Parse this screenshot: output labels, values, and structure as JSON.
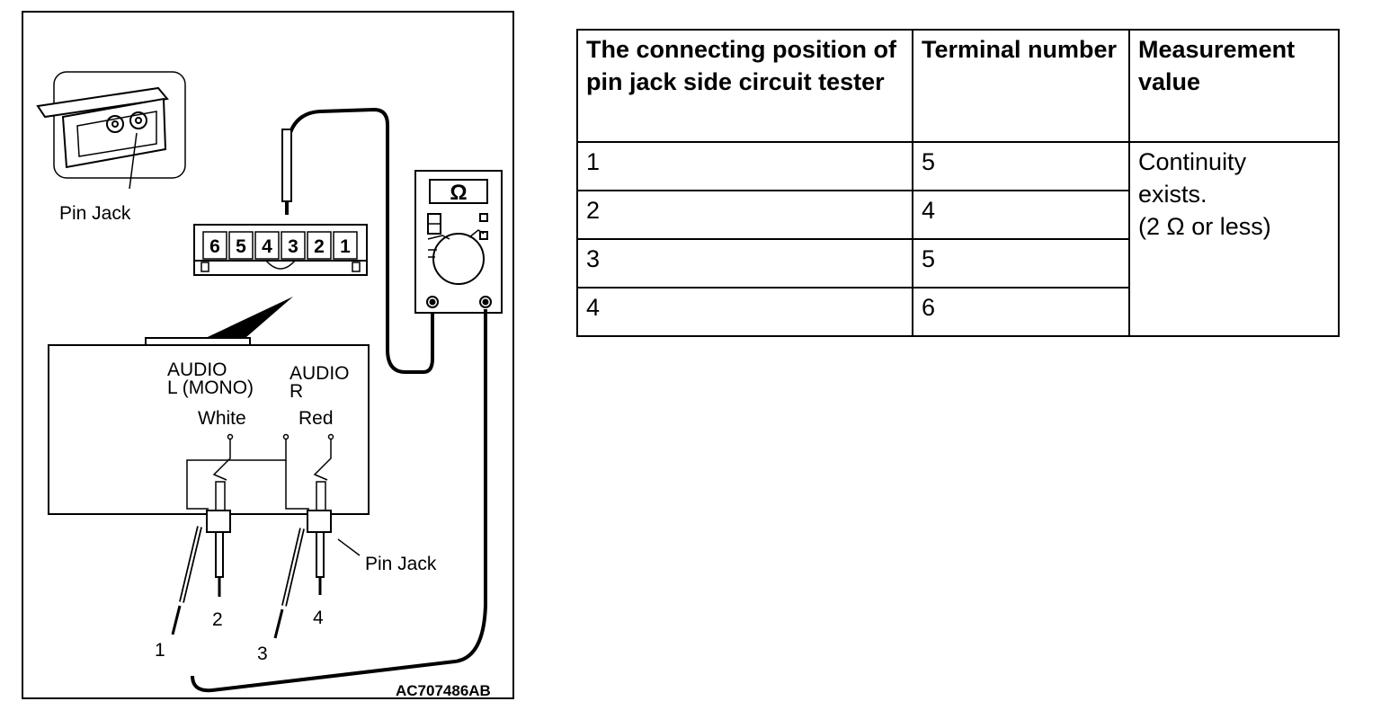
{
  "diagram": {
    "labels": {
      "pin_jack_top": "Pin Jack",
      "pin_jack_side": "Pin Jack",
      "audio_l_line1": "AUDIO",
      "audio_l_line2": "L (MONO)",
      "audio_r_line1": "AUDIO",
      "audio_r_line2": "R",
      "white": "White",
      "red": "Red",
      "ohm_symbol": "Ω",
      "figure_code": "AC707486AB"
    },
    "connector_pins": [
      "6",
      "5",
      "4",
      "3",
      "2",
      "1"
    ],
    "probe_numbers": {
      "probe1": "1",
      "probe2": "2",
      "probe3": "3",
      "probe4": "4"
    }
  },
  "table": {
    "headers": [
      "The connecting position of pin jack side circuit tester",
      "Terminal number",
      "Measurement value"
    ],
    "rows": [
      {
        "position": "1",
        "terminal": "5"
      },
      {
        "position": "2",
        "terminal": "4"
      },
      {
        "position": "3",
        "terminal": "5"
      },
      {
        "position": "4",
        "terminal": "6"
      }
    ],
    "measurement_line1": "Continuity",
    "measurement_line2": "exists.",
    "measurement_line3": "(2 Ω or less)"
  }
}
